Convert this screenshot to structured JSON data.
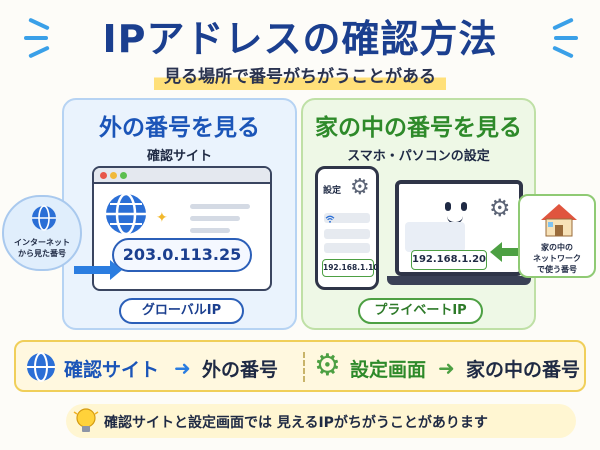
{
  "title": "IPアドレスの確認方法",
  "subtitle": "見る場所で番号がちがうことがある",
  "left_panel": {
    "title": "外の番号を見る",
    "subtitle": "確認サイト",
    "ip": "203.0.113.25",
    "badge": "グローバルIP",
    "cloud_line1": "インターネット",
    "cloud_line2": "から見た番号"
  },
  "right_panel": {
    "title": "家の中の番号を見る",
    "subtitle": "スマホ・パソコンの設定",
    "phone_label": "設定",
    "phone_ip": "192.168.1.10",
    "laptop_ip": "192.168.1.20",
    "badge": "プライベートIP",
    "house_line1": "家の中の",
    "house_line2": "ネットワーク",
    "house_line3": "で使う番号"
  },
  "summary": {
    "left_from": "確認サイト",
    "left_to": "外の番号",
    "right_from": "設定画面",
    "right_to": "家の中の番号",
    "arrow": "➜"
  },
  "note": "確認サイトと設定画面では 見えるIPがちがうことがあります",
  "colors": {
    "title": "#1b3f8f",
    "blue_accent": "#2b7de0",
    "green_accent": "#4da043",
    "highlight": "#ffe07a"
  },
  "icons": [
    "globe-icon",
    "gear-icon",
    "house-icon",
    "lightbulb-icon",
    "wifi-icon",
    "arrow-right-icon"
  ]
}
